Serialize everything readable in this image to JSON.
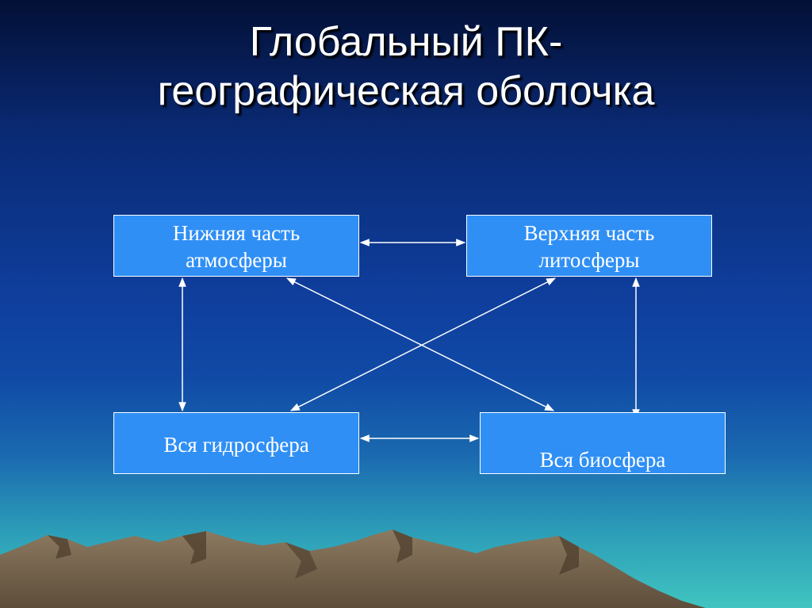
{
  "slide": {
    "title_line1": "Глобальный ПК-",
    "title_line2": "географическая оболочка"
  },
  "boxes": {
    "atmosphere": {
      "line1": "Нижняя часть",
      "line2": "атмосферы"
    },
    "lithosphere": {
      "line1": "Верхняя часть",
      "line2": "литосферы"
    },
    "hydrosphere": {
      "label": "Вся гидросфера"
    },
    "biosphere": {
      "label": "Вся биосфера"
    }
  },
  "colors": {
    "box_fill": "#2f8ff5",
    "arrow": "#ffffff",
    "mountain": "#7a6a55"
  },
  "connections": [
    {
      "from": "atmosphere",
      "to": "lithosphere",
      "type": "bidirectional"
    },
    {
      "from": "atmosphere",
      "to": "hydrosphere",
      "type": "bidirectional"
    },
    {
      "from": "atmosphere",
      "to": "biosphere",
      "type": "bidirectional"
    },
    {
      "from": "lithosphere",
      "to": "hydrosphere",
      "type": "bidirectional"
    },
    {
      "from": "lithosphere",
      "to": "biosphere",
      "type": "bidirectional"
    },
    {
      "from": "hydrosphere",
      "to": "biosphere",
      "type": "bidirectional"
    }
  ]
}
